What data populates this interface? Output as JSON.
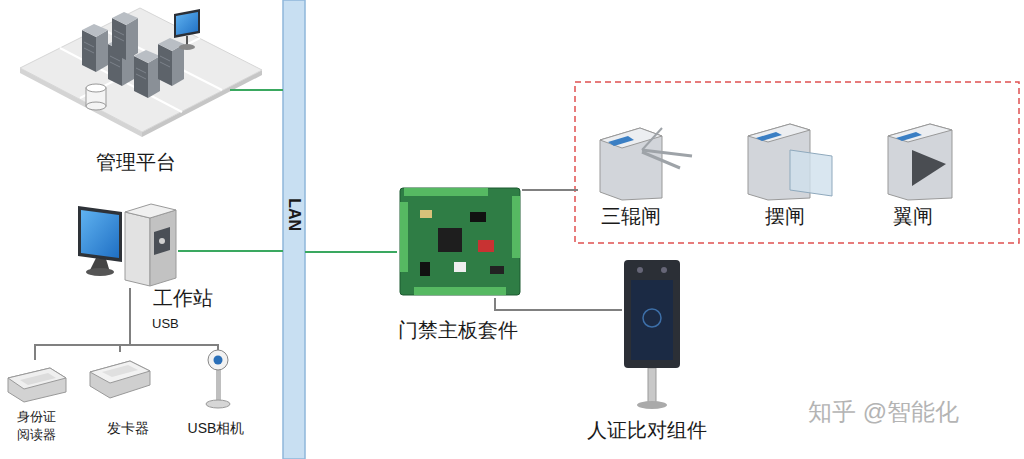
{
  "diagram": {
    "nodes": [
      {
        "text": [
          "管理平台"
        ]
      },
      {
        "text": [
          "LAN"
        ]
      },
      {
        "text": [
          "工作站"
        ]
      },
      {
        "text": [
          "身份证 阅读器"
        ]
      },
      {
        "text": [
          "发卡器"
        ]
      },
      {
        "text": [
          "USB相机"
        ]
      },
      {
        "text": [
          "门禁主板套件"
        ]
      },
      {
        "text": [
          "三辊闸"
        ]
      },
      {
        "text": [
          "摆闸"
        ]
      },
      {
        "text": [
          "翼闸"
        ]
      },
      {
        "text": [
          "人证比对组件"
        ]
      }
    ],
    "edges": [
      {
        "from": 0,
        "to": 1,
        "arrow": "none"
      },
      {
        "from": 2,
        "to": 1,
        "arrow": "none"
      },
      {
        "from": 2,
        "to": 3,
        "arrow": "none"
      },
      {
        "from": 2,
        "to": 4,
        "arrow": "none"
      },
      {
        "from": 2,
        "to": 5,
        "arrow": "none"
      },
      {
        "from": 6,
        "to": 1,
        "arrow": "none"
      },
      {
        "from": 6,
        "to": 7,
        "arrow": "none"
      },
      {
        "from": 6,
        "to": 10,
        "arrow": "none"
      }
    ],
    "labels": [
      "USB",
      "知乎 @智能化"
    ]
  }
}
